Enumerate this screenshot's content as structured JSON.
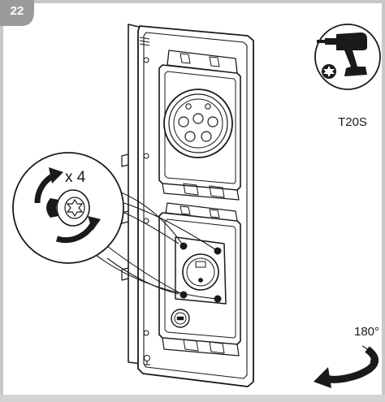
{
  "step": {
    "number": "22"
  },
  "tool": {
    "bit_label": "T20S",
    "icon": "cordless-drill-icon",
    "bit_icon": "torx-bit-icon"
  },
  "screws": {
    "count_label": "x 4",
    "icon": "torx-screw-icon",
    "rotation": "clockwise"
  },
  "rotate": {
    "angle_label": "180°",
    "icon": "rotate-arrow-icon"
  },
  "colors": {
    "frame_gray": "#c8c8c8",
    "badge_gray": "#9b9b9b",
    "line": "#1a1a1a",
    "panel_fill": "#ffffff"
  }
}
